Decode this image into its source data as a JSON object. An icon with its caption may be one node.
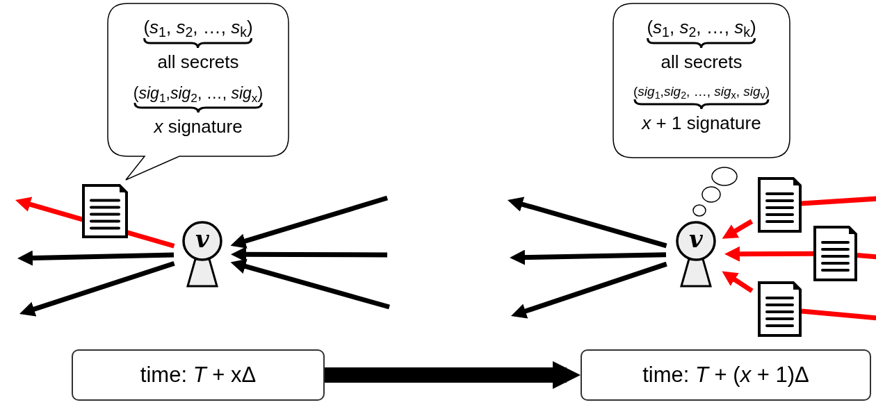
{
  "diagram": {
    "nodes": [
      {
        "text": [
          "(*s*$_{1}$, *s*$_{2}$, …, *s*$_{k}$)",
          "all secrets",
          "(*sig*$_{1}$,*sig*$_{2}$, …, *sig*$_{x}$)",
          "*x* signature"
        ]
      },
      {
        "text": [
          "v"
        ]
      },
      {
        "text": [],
        "shape": "document"
      },
      {
        "text": [
          "(*s*$_{1}$, *s*$_{2}$, …, *s*$_{k}$)",
          "all secrets",
          "(*sig*$_{1}$,*sig*$_{2}$, …, *sig*$_{x}$, *sig*$_{v}$)",
          "*x* + 1 signature"
        ]
      },
      {
        "text": [
          "v"
        ]
      },
      {
        "text": [],
        "shape": "document"
      },
      {
        "text": [],
        "shape": "document"
      },
      {
        "text": [],
        "shape": "document"
      },
      {
        "text": [
          "time: *T* + xΔ"
        ]
      },
      {
        "text": [
          "time: *T* + (*x* + 1)Δ"
        ]
      }
    ],
    "edges": [
      {
        "from": 1,
        "to": null,
        "arrow": "to",
        "color": "#ff0000"
      },
      {
        "from": 1,
        "to": null,
        "arrow": "to"
      },
      {
        "from": 1,
        "to": null,
        "arrow": "to"
      },
      {
        "from": null,
        "to": 1,
        "arrow": "to"
      },
      {
        "from": null,
        "to": 1,
        "arrow": "to"
      },
      {
        "from": null,
        "to": 1,
        "arrow": "to"
      },
      {
        "from": 4,
        "to": null,
        "arrow": "to"
      },
      {
        "from": 4,
        "to": null,
        "arrow": "to"
      },
      {
        "from": 4,
        "to": null,
        "arrow": "to"
      },
      {
        "from": null,
        "to": 5,
        "arrow": "none",
        "color": "#ff0000"
      },
      {
        "from": 5,
        "to": 4,
        "arrow": "to",
        "color": "#ff0000"
      },
      {
        "from": null,
        "to": 6,
        "arrow": "none",
        "color": "#ff0000"
      },
      {
        "from": 6,
        "to": 4,
        "arrow": "to",
        "color": "#ff0000"
      },
      {
        "from": null,
        "to": 7,
        "arrow": "none",
        "color": "#ff0000"
      },
      {
        "from": 7,
        "to": 4,
        "arrow": "to",
        "color": "#ff0000"
      },
      {
        "from": 8,
        "to": 9,
        "arrow": "to",
        "style": "thick"
      }
    ]
  }
}
